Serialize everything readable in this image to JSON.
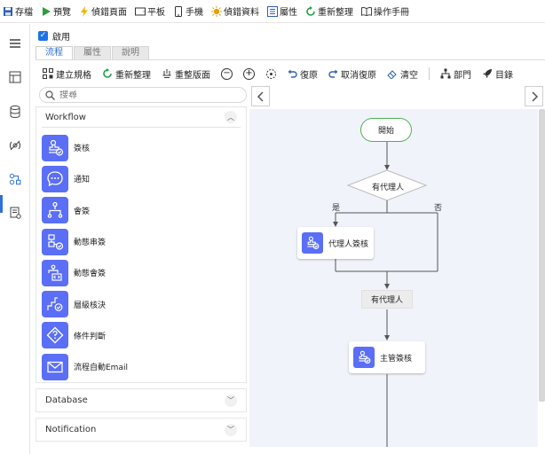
{
  "topbar": {
    "items": [
      {
        "label": "存檔",
        "icon": "save-icon"
      },
      {
        "label": "預覽",
        "icon": "play-icon"
      },
      {
        "label": "偵錯頁面",
        "icon": "bolt-icon"
      },
      {
        "label": "平板",
        "icon": "tablet-icon"
      },
      {
        "label": "手機",
        "icon": "phone-icon"
      },
      {
        "label": "偵錯資料",
        "icon": "bug-icon"
      },
      {
        "label": "屬性",
        "icon": "list-icon"
      },
      {
        "label": "重新整理",
        "icon": "refresh-icon"
      },
      {
        "label": "操作手冊",
        "icon": "book-icon"
      }
    ]
  },
  "enable": {
    "label": "啟用",
    "checked": true
  },
  "tabs": [
    {
      "label": "流程",
      "active": true
    },
    {
      "label": "屬性",
      "active": false
    },
    {
      "label": "說明",
      "active": false
    }
  ],
  "toolbar": {
    "build_spec": "建立規格",
    "refresh": "重新整理",
    "relayout": "重整版面",
    "undo": "復原",
    "redo": "取消復原",
    "clear": "清空",
    "department": "部門",
    "directory": "目錄"
  },
  "search": {
    "placeholder": "搜尋"
  },
  "workflow": {
    "title": "Workflow",
    "items": [
      {
        "label": "簽核",
        "icon": "stamp-approve-icon"
      },
      {
        "label": "通知",
        "icon": "chat-bubble-icon"
      },
      {
        "label": "會簽",
        "icon": "branch-icon"
      },
      {
        "label": "動態串簽",
        "icon": "dynamic-serial-icon"
      },
      {
        "label": "動態會簽",
        "icon": "dynamic-parallel-icon"
      },
      {
        "label": "層級核決",
        "icon": "level-approve-icon"
      },
      {
        "label": "條件判斷",
        "icon": "condition-diamond-icon"
      },
      {
        "label": "流程自動Email",
        "icon": "envelope-icon"
      }
    ]
  },
  "database": {
    "title": "Database"
  },
  "notification": {
    "title": "Notification"
  },
  "diagram": {
    "start": "開始",
    "decision": "有代理人",
    "yes": "是",
    "no": "否",
    "agent_node": "代理人簽核",
    "condition": "有代理人",
    "manager_node": "主管簽核"
  },
  "colors": {
    "accent": "#2f6fe0",
    "node_icon": "#5a6ff5",
    "start_border": "#4fb04f",
    "canvas_bg": "#f0f3f9"
  }
}
